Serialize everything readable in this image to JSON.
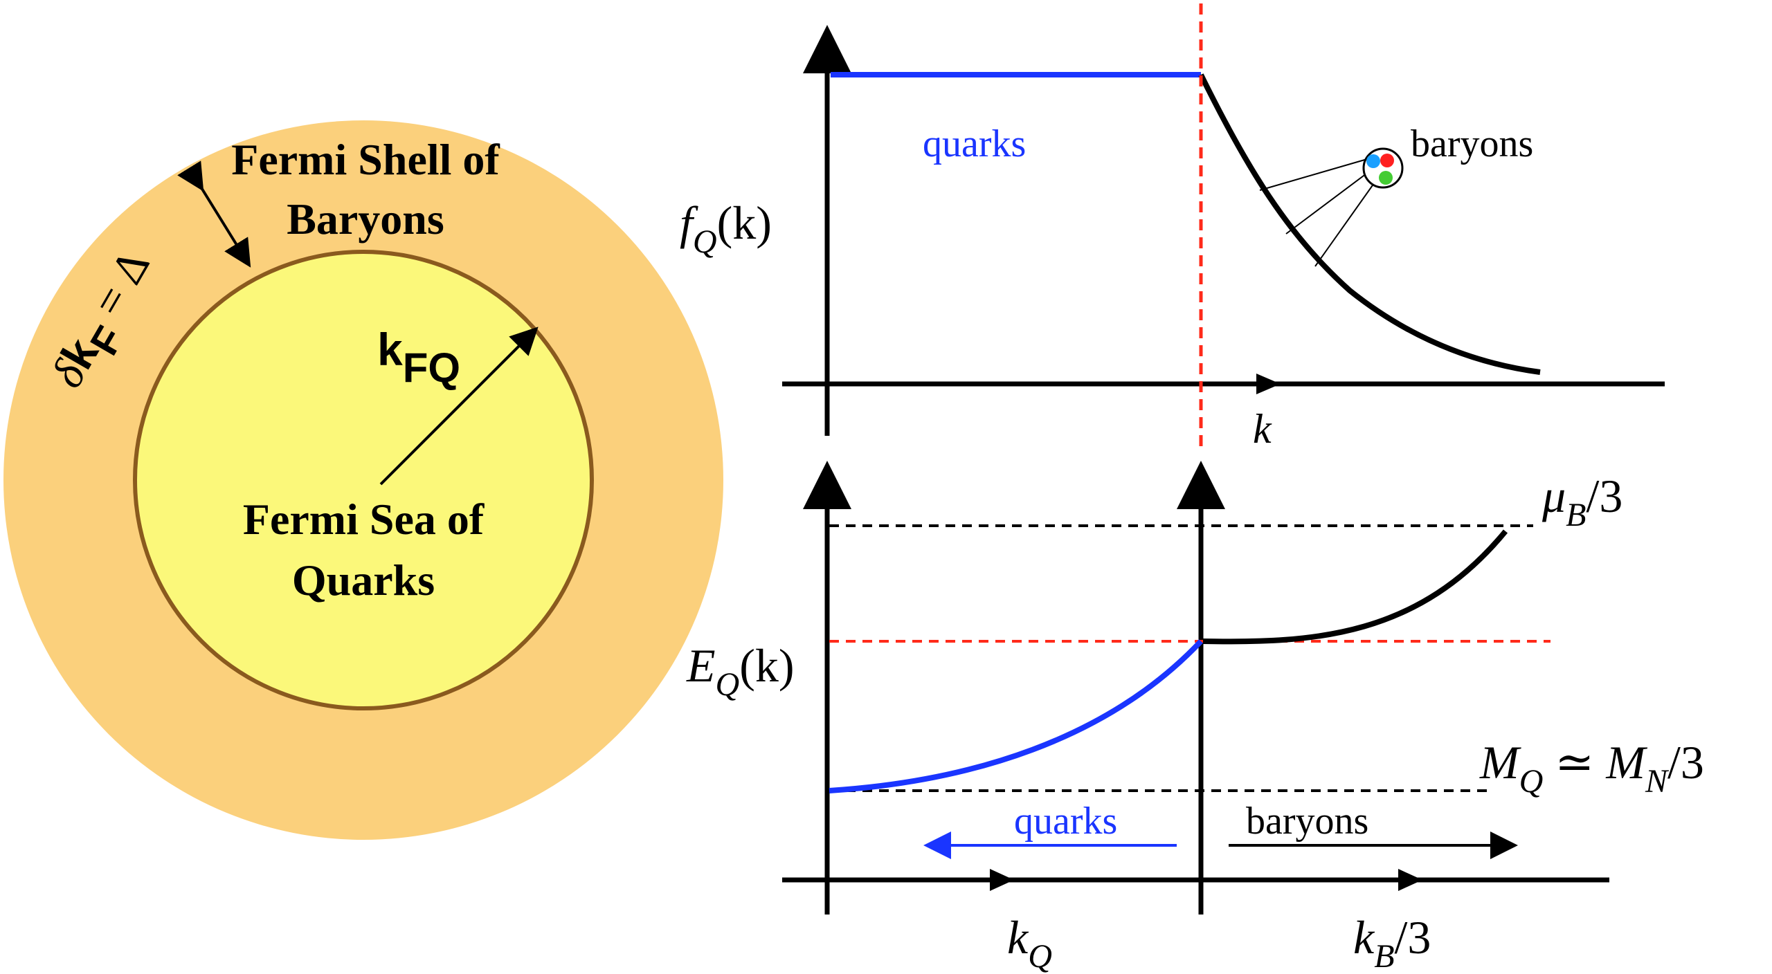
{
  "fermi_sphere": {
    "shell_label_line1": "Fermi Shell of",
    "shell_label_line2": "Baryons",
    "sea_label_line1": "Fermi Sea of",
    "sea_label_line2": "Quarks",
    "radius_label_base": "k",
    "radius_label_sub": "FQ",
    "shell_width_prefix": "δ",
    "shell_width_base": "k",
    "shell_width_sub": "F",
    "shell_width_suffix": " = Δ",
    "colors": {
      "shell": "#fbd07c",
      "sea": "#fbf87a",
      "sea_border": "#8a5a1e"
    }
  },
  "occupation_plot": {
    "ylabel_base": "f",
    "ylabel_sub": "Q",
    "ylabel_arg": "(k)",
    "xlabel": "k",
    "quarks_label": "quarks",
    "baryons_label": "baryons",
    "colors": {
      "quarks": "#1a35ff",
      "baryons": "#000000",
      "divider": "#ff2a1a",
      "quark_dot_1": "#1aa0ff",
      "quark_dot_2": "#ff2020",
      "quark_dot_3": "#44cc33"
    }
  },
  "energy_plot": {
    "ylabel_base": "E",
    "ylabel_sub": "Q",
    "ylabel_arg": "(k)",
    "mu_base": "μ",
    "mu_sub": "B",
    "mu_suffix": "/3",
    "mass_base": "M",
    "mass_sub": "Q",
    "mass_rel": " ≃ ",
    "mass_n_base": "M",
    "mass_n_sub": "N",
    "mass_suffix": "/3",
    "quarks_label": "quarks",
    "baryons_label": "baryons",
    "kq_base": "k",
    "kq_sub": "Q",
    "kb_base": "k",
    "kb_sub": "B",
    "kb_suffix": "/3",
    "colors": {
      "quarks": "#1a35ff",
      "baryons": "#000000",
      "divider": "#ff2a1a"
    }
  }
}
